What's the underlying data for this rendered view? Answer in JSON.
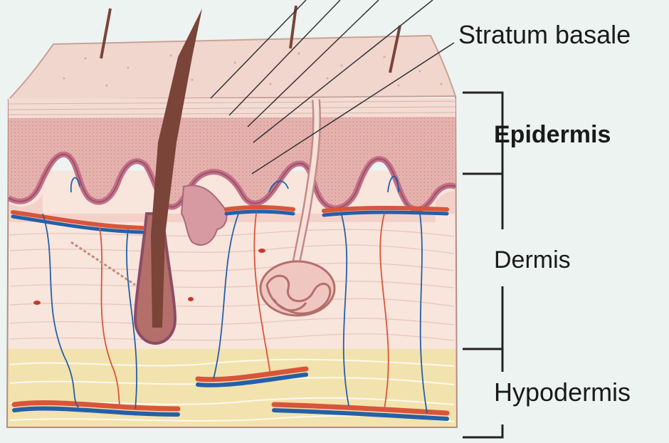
{
  "labels": {
    "stratum_basale": "Stratum basale",
    "epidermis": "Epidermis",
    "dermis": "Dermis",
    "hypodermis": "Hypodermis"
  },
  "colors": {
    "background": "#edf3f0",
    "epidermis_surface": "#f1d6cd",
    "epidermis_granular": "#e7b3ae",
    "basal_layer": "#c46f86",
    "dermis": "#f8e5dc",
    "hypodermis": "#f2e2ad",
    "artery": "#d8553a",
    "vein": "#2460a8",
    "hair": "#7a4438",
    "label_text": "#1a1a1a"
  }
}
